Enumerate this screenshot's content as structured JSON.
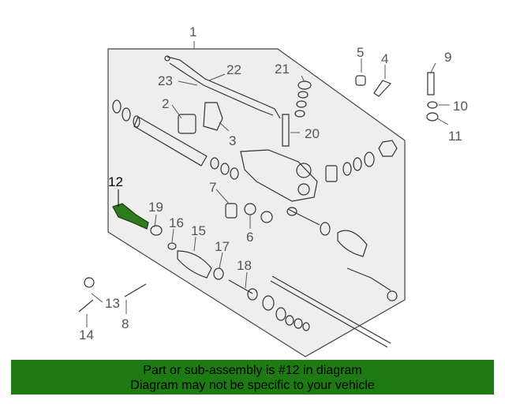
{
  "diagram": {
    "highlighted_part": "12",
    "highlight_color": "#2f7a1c",
    "callouts": [
      "1",
      "2",
      "3",
      "4",
      "5",
      "6",
      "7",
      "8",
      "9",
      "10",
      "11",
      "12",
      "13",
      "14",
      "15",
      "16",
      "17",
      "18",
      "19",
      "20",
      "21",
      "22",
      "23"
    ]
  },
  "footer": {
    "background": "#1e7a12",
    "line1": "Part or sub-assembly is #12 in diagram",
    "line2": "Diagram may not be specific to your vehicle"
  }
}
